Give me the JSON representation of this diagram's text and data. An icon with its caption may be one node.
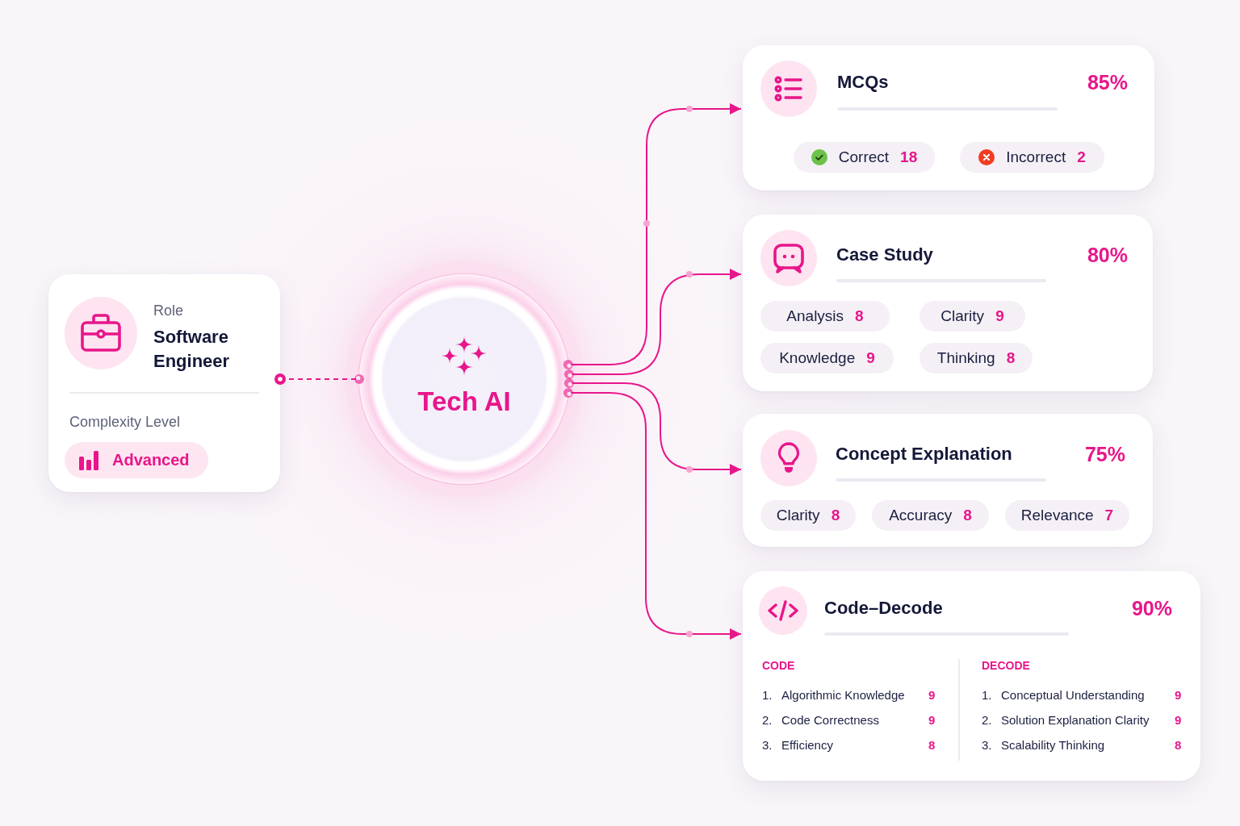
{
  "diagram": {
    "nodes": [
      {
        "text": [
          "Role",
          "Software Engineer",
          "Complexity Level"
        ]
      },
      {
        "text": [
          "Advanced"
        ],
        "in": 0
      },
      {
        "text": [
          "Tech AI"
        ]
      },
      {
        "text": [
          "MCQs",
          "85%"
        ]
      },
      {
        "text": [
          "Correct",
          "18"
        ],
        "in": 3
      },
      {
        "text": [
          "Incorrect",
          "2"
        ],
        "in": 3
      },
      {
        "text": [
          "Case Study",
          "80%"
        ]
      },
      {
        "text": [
          "Analysis",
          "8"
        ],
        "in": 6
      },
      {
        "text": [
          "Clarity",
          "9"
        ],
        "in": 6
      },
      {
        "text": [
          "Knowledge",
          "9"
        ],
        "in": 6
      },
      {
        "text": [
          "Thinking",
          "8"
        ],
        "in": 6
      },
      {
        "text": [
          "Concept Explanation",
          "75%"
        ]
      },
      {
        "text": [
          "Clarity",
          "8"
        ],
        "in": 11
      },
      {
        "text": [
          "Accuracy",
          "8"
        ],
        "in": 11
      },
      {
        "text": [
          "Relevance",
          "7"
        ],
        "in": 11
      },
      {
        "text": [
          "Code–Decode",
          "90%",
          "CODE",
          "1.",
          "Algorithmic Knowledge",
          "9",
          "2.",
          "Code Correctness",
          "9",
          "3.",
          "Efficiency",
          "8",
          "DECODE",
          "1.",
          "Conceptual Understanding",
          "9",
          "2.",
          "Solution Explanation Clarity",
          "9",
          "3.",
          "Scalability Thinking",
          "8"
        ]
      }
    ],
    "edges": [
      {
        "from": 0,
        "to": 2,
        "arrow": "other",
        "style": "dashed"
      },
      {
        "from": 2,
        "to": 3,
        "arrow": "to"
      },
      {
        "from": 2,
        "to": 6,
        "arrow": "to"
      },
      {
        "from": 2,
        "to": 11,
        "arrow": "to"
      },
      {
        "from": 2,
        "to": 15,
        "arrow": "to"
      }
    ]
  }
}
